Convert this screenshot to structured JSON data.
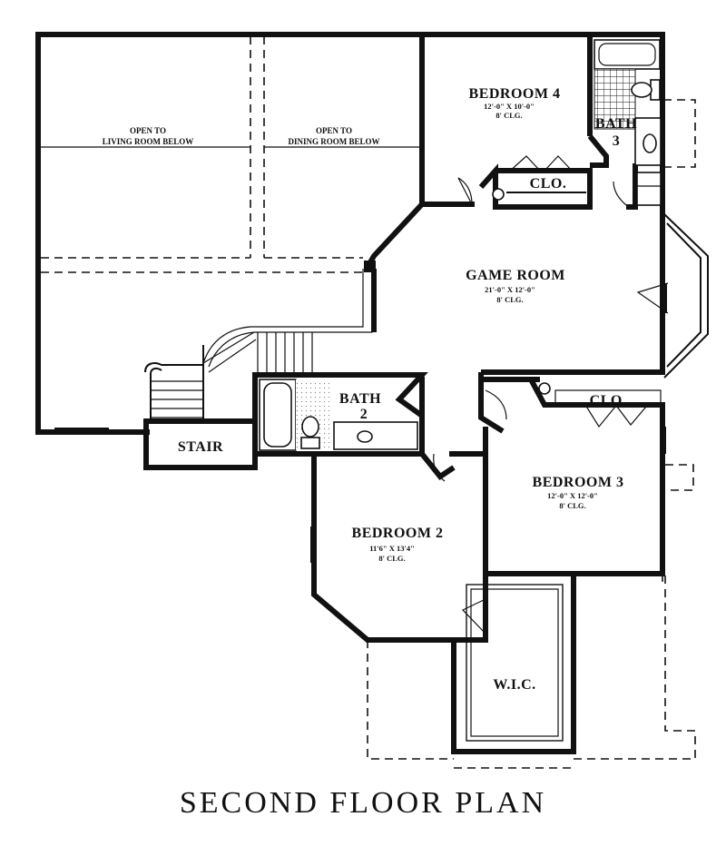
{
  "title": "SECOND FLOOR PLAN",
  "rooms": {
    "open_living": {
      "line1": "OPEN TO",
      "line2": "LIVING ROOM BELOW"
    },
    "open_dining": {
      "line1": "OPEN TO",
      "line2": "DINING ROOM BELOW"
    },
    "bedroom4": {
      "name": "BEDROOM 4",
      "dims": "12'-0\" X 10'-0\"",
      "ceiling": "8' CLG."
    },
    "bath3": {
      "line1": "BATH",
      "line2": "3"
    },
    "clo_upper": {
      "name": "CLO."
    },
    "game_room": {
      "name": "GAME ROOM",
      "dims": "21'-0\" X 12'-0\"",
      "ceiling": "8' CLG."
    },
    "bath2": {
      "line1": "BATH",
      "line2": "2"
    },
    "stair": {
      "name": "STAIR"
    },
    "clo_lower": {
      "name": "CLO."
    },
    "bedroom3": {
      "name": "BEDROOM 3",
      "dims": "12'-0\" X 12'-0\"",
      "ceiling": "8' CLG."
    },
    "bedroom2": {
      "name": "BEDROOM 2",
      "dims": "11'6\" X 13'4\"",
      "ceiling": "8' CLG."
    },
    "wic": {
      "name": "W.I.C."
    }
  }
}
